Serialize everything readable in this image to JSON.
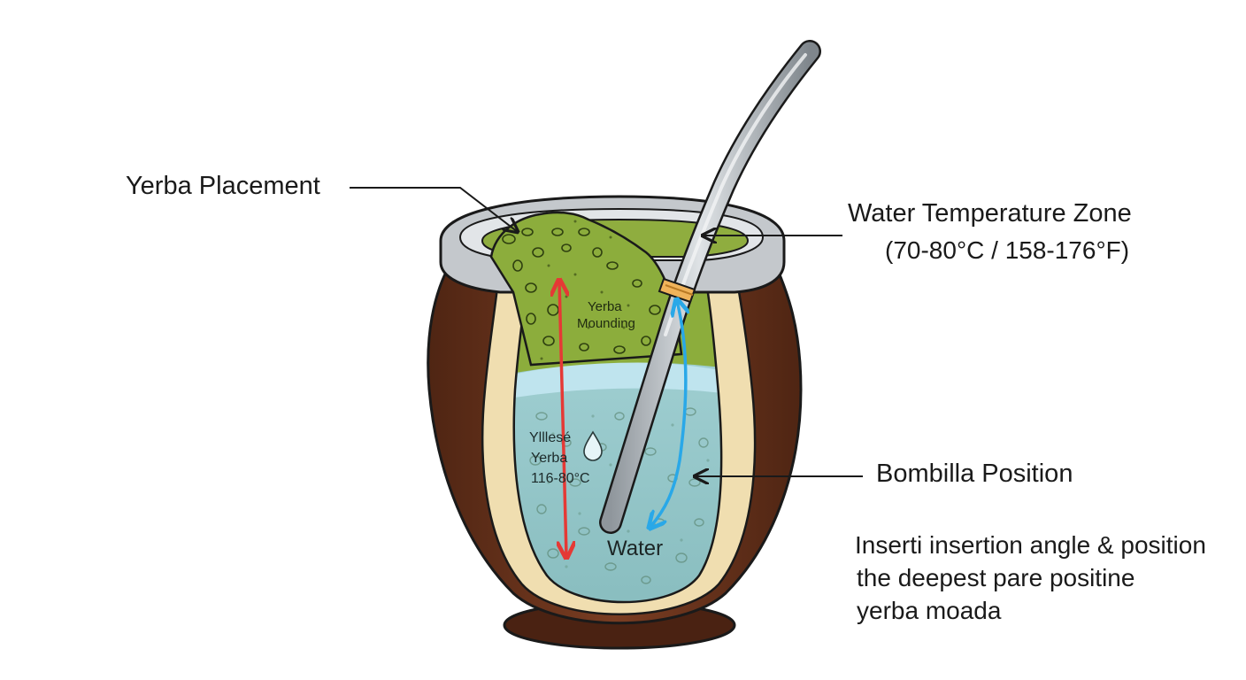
{
  "labels": {
    "yerba_placement": "Yerba Placement",
    "water_temperature_zone": "Water Temperature Zone",
    "temperature_range": "(70-80°C / 158-176°F)",
    "bombilla_position": "Bombilla Position",
    "yerba_mounding_line1": "Yerba",
    "yerba_mounding_line2": "Mounding",
    "inner_label_line1": "Ylllesé",
    "inner_label_line2": "Yerba",
    "inner_label_line3": "116-80°C",
    "water": "Water",
    "note_line1": "Inserti insertion angle & position",
    "note_line2": "the deepest pare positine",
    "note_line3": "yerba moada"
  },
  "colors": {
    "gourd_outer": "#6b3420",
    "gourd_dark": "#4a2212",
    "gourd_inner_wall": "#f0deb0",
    "rim_metal": "#c4c8cc",
    "rim_metal_light": "#e2e5e8",
    "yerba_green": "#8cad3c",
    "yerba_dark": "#5e7a22",
    "water_top": "#b6dde8",
    "water_body": "#8fc2c6",
    "bombilla_metal": "#9aa1a7",
    "bombilla_band": "#f0b35a",
    "arrow_red": "#e53935",
    "arrow_blue": "#29a8e8",
    "leader_line": "#1a1a1a"
  },
  "icons": {
    "water_drop": "water-drop-icon"
  }
}
